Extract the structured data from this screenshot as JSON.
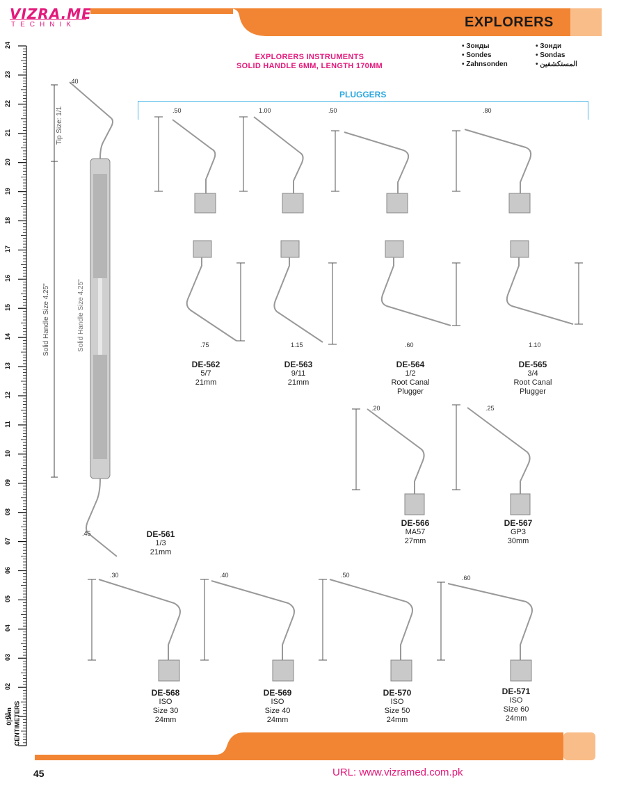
{
  "brand": {
    "logo_main": "VIZRA.MED",
    "logo_sub": "TECHNIK"
  },
  "header": {
    "title": "EXPLORERS",
    "languages": {
      "left": [
        "Зонды",
        "Sondes",
        "Zahnsonden"
      ],
      "right": [
        "Зонди",
        "Sondas",
        "المستكشفين"
      ]
    }
  },
  "subtitle": [
    "EXPLORERS INSTRUMENTS",
    "SOLID HANDLE 6MM, LENGTH 170MM"
  ],
  "section_label": "PLUGGERS",
  "ruler": {
    "unit_label": "CENTIMETERS",
    "sublabel": "0|1cm",
    "numbers": [
      "0",
      "01",
      "02",
      "03",
      "04",
      "05",
      "06",
      "07",
      "08",
      "09",
      "10",
      "11",
      "12",
      "13",
      "14",
      "15",
      "16",
      "17",
      "18",
      "19",
      "20",
      "21",
      "22",
      "23",
      "24"
    ]
  },
  "handle": {
    "tip_size": "Tip Size: 1/1",
    "solid_handle_outer": "Solid Handle Size 4.25\"",
    "solid_handle_inner": "Solid Handle Size 4.25\"",
    "tip_top": ".40",
    "tip_bottom": ".45"
  },
  "products": {
    "de561": {
      "code": "DE-561",
      "lines": [
        "1/3",
        "21mm"
      ]
    },
    "de562": {
      "code": "DE-562",
      "lines": [
        "5/7",
        "21mm"
      ],
      "top": ".50",
      "bottom": ".75"
    },
    "de563": {
      "code": "DE-563",
      "lines": [
        "9/11",
        "21mm"
      ],
      "top": "1.00",
      "bottom": "1.15"
    },
    "de564": {
      "code": "DE-564",
      "lines": [
        "1/2",
        "Root Canal",
        "Plugger"
      ],
      "top": ".50",
      "bottom": ".60"
    },
    "de565": {
      "code": "DE-565",
      "lines": [
        "3/4",
        "Root Canal",
        "Plugger"
      ],
      "top": ".80",
      "bottom": "1.10"
    },
    "de566": {
      "code": "DE-566",
      "lines": [
        "MA57",
        "27mm"
      ],
      "top": ".20"
    },
    "de567": {
      "code": "DE-567",
      "lines": [
        "GP3",
        "30mm"
      ],
      "top": ".25"
    },
    "de568": {
      "code": "DE-568",
      "lines": [
        "ISO",
        "Size 30",
        "24mm"
      ],
      "top": ".30"
    },
    "de569": {
      "code": "DE-569",
      "lines": [
        "ISO",
        "Size 40",
        "24mm"
      ],
      "top": ".40"
    },
    "de570": {
      "code": "DE-570",
      "lines": [
        "ISO",
        "Size 50",
        "24mm"
      ],
      "top": ".50"
    },
    "de571": {
      "code": "DE-571",
      "lines": [
        "ISO",
        "Size 60",
        "24mm"
      ],
      "top": ".60"
    }
  },
  "footer": {
    "page_number": "45",
    "url": "URL: www.vizramed.com.pk"
  },
  "colors": {
    "orange": "#f28533",
    "peach": "#f9bd8a",
    "magenta": "#e3197b",
    "cyan": "#2ba8df"
  }
}
